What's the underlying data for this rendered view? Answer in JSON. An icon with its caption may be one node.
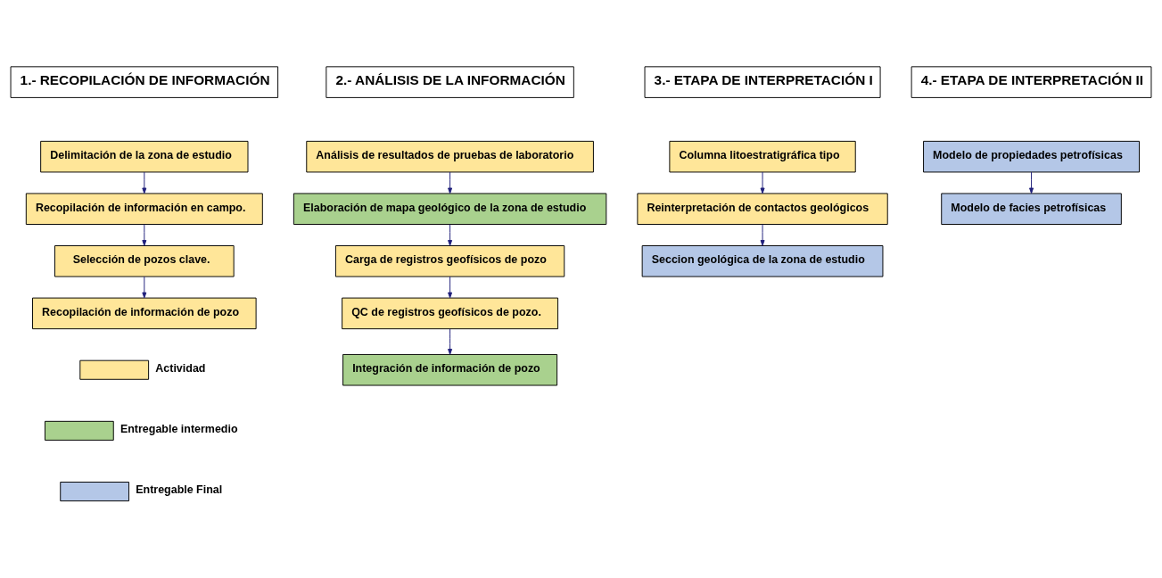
{
  "diagram": {
    "nodes": [
      {
        "text": [
          "1.- RECOPILACIÓN DE INFORMACIÓN"
        ]
      },
      {
        "text": [
          "2.- ANÁLISIS DE LA INFORMACIÓN"
        ]
      },
      {
        "text": [
          "3.- ETAPA DE INTERPRETACIÓN I"
        ]
      },
      {
        "text": [
          "4.- ETAPA DE INTERPRETACIÓN II"
        ]
      },
      {
        "text": [
          "Delimitación de la zona de estudio"
        ]
      },
      {
        "text": [
          "Recopilación de información en campo."
        ]
      },
      {
        "text": [
          "Selección de pozos clave."
        ]
      },
      {
        "text": [
          "Recopilación de información de pozo"
        ]
      },
      {
        "text": [
          "Análisis de resultados de pruebas de laboratorio"
        ]
      },
      {
        "text": [
          "Elaboración de mapa geológico de la zona de estudio"
        ]
      },
      {
        "text": [
          "Carga de registros geofísicos de pozo"
        ]
      },
      {
        "text": [
          "QC de registros geofísicos de pozo."
        ]
      },
      {
        "text": [
          "Integración de información de pozo"
        ]
      },
      {
        "text": [
          "Columna litoestratigráfica tipo"
        ]
      },
      {
        "text": [
          "Reinterpretación de contactos geológicos"
        ]
      },
      {
        "text": [
          "Seccion geológica de la zona de estudio"
        ]
      },
      {
        "text": [
          "Modelo de propiedades petrofísicas"
        ]
      },
      {
        "text": [
          "Modelo de facies petrofísicas"
        ]
      }
    ],
    "edges": [
      {
        "from": 4,
        "to": 5,
        "arrow": "to"
      },
      {
        "from": 5,
        "to": 6,
        "arrow": "to"
      },
      {
        "from": 6,
        "to": 7,
        "arrow": "to"
      },
      {
        "from": 8,
        "to": 9,
        "arrow": "to"
      },
      {
        "from": 9,
        "to": 10,
        "arrow": "to"
      },
      {
        "from": 10,
        "to": 11,
        "arrow": "to"
      },
      {
        "from": 11,
        "to": 12,
        "arrow": "to"
      },
      {
        "from": 13,
        "to": 14,
        "arrow": "to"
      },
      {
        "from": 14,
        "to": 15,
        "arrow": "to"
      },
      {
        "from": 16,
        "to": 17,
        "arrow": "to"
      }
    ],
    "legend": [
      {
        "text": "Actividad",
        "color": "#ffe699"
      },
      {
        "text": "Entregable intermedio",
        "color": "#a9d18e"
      },
      {
        "text": "Entregable Final",
        "color": "#b4c7e7"
      }
    ]
  }
}
